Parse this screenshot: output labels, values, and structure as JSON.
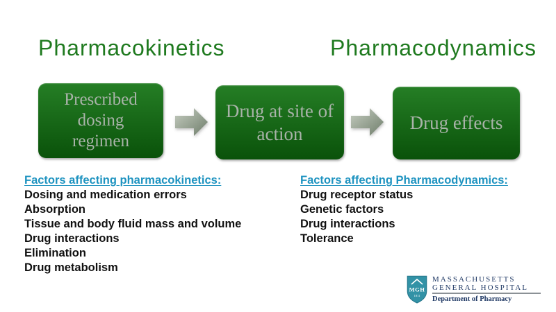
{
  "headings": {
    "left": "Pharmacokinetics",
    "right": "Pharmacodynamics"
  },
  "flow": {
    "boxes": [
      {
        "label": "Prescribed\ndosing\nregimen"
      },
      {
        "label": "Drug at site of\naction"
      },
      {
        "label": "Drug effects"
      }
    ]
  },
  "lists": {
    "left": {
      "header": "Factors affecting pharmacokinetics:",
      "items": [
        "Dosing and medication errors",
        "Absorption",
        "Tissue and body fluid mass and volume",
        "Drug interactions",
        "Elimination",
        "Drug metabolism"
      ]
    },
    "right": {
      "header": "Factors affecting Pharmacodynamics:",
      "items": [
        "Drug receptor status",
        "Genetic factors",
        "Drug interactions",
        "Tolerance"
      ]
    }
  },
  "logo": {
    "shield_text": "MGH",
    "shield_year": "1811",
    "org_line1": "MASSACHUSETTS",
    "org_line2": "GENERAL HOSPITAL",
    "department": "Department of Pharmacy"
  },
  "colors": {
    "heading_green": "#1f7a1f",
    "box_green_top": "#257e25",
    "box_green_bottom": "#0a520a",
    "box_text": "#a9b3a9",
    "list_header_teal": "#1e93c0",
    "list_text": "#111111",
    "arrow_light": "#c6cdc1",
    "arrow_dark": "#6e7d6a",
    "logo_navy": "#1f3864",
    "logo_teal": "#3292a6",
    "logo_rule_gray": "#8b9196"
  }
}
